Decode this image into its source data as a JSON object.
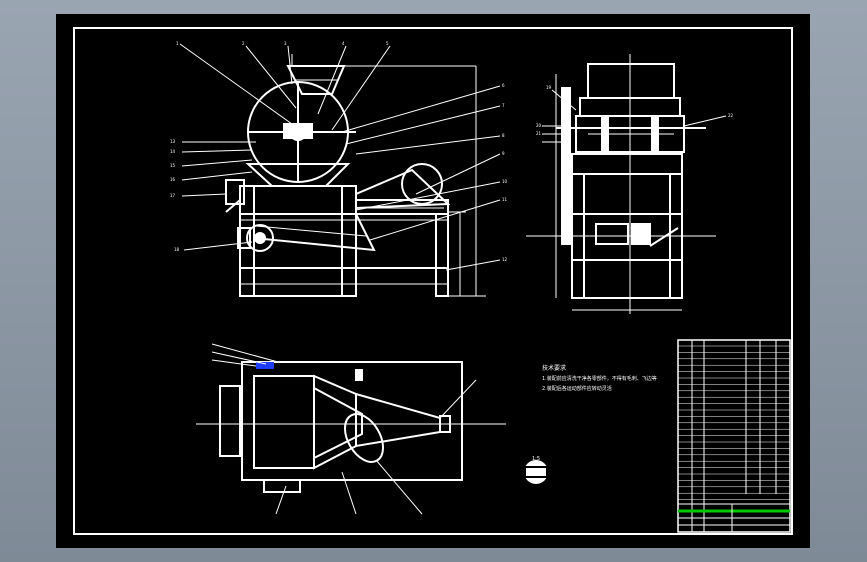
{
  "sheet": {
    "scale_label": "1:5",
    "tech_requirements": {
      "title": "技术要求",
      "lines": [
        "1.装配前应清洗干净各零部件，不得有毛刺、飞边等",
        "2.装配后各运动部件应转动灵活"
      ]
    },
    "part_callouts": [
      "1",
      "2",
      "3",
      "4",
      "5",
      "6",
      "7",
      "8",
      "9",
      "10",
      "11",
      "12",
      "13",
      "14",
      "15",
      "16",
      "17",
      "18",
      "19",
      "20",
      "21",
      "22"
    ],
    "title_block": {
      "accent_color": "#00c800",
      "highlight_color": "#1e3cff"
    }
  },
  "colors": {
    "background": "#000000",
    "line": "#ffffff",
    "frame_outer_bg": "#8e99a6"
  }
}
